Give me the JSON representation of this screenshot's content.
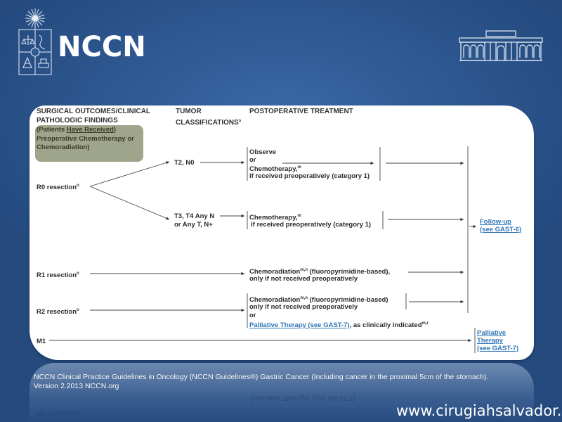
{
  "header": {
    "brand": "NCCN",
    "left_logo_icon": "university-crest-icon",
    "right_logo_icon": "building-facade-icon"
  },
  "flowchart": {
    "col_headers": {
      "findings_line1": "SURGICAL OUTCOMES/CLINICAL",
      "findings_line2": "PATHOLOGIC FINDINGS",
      "tumor_line1": "TUMOR",
      "tumor_line2": "CLASSIFICATIONS",
      "tumor_sup": "s",
      "treatment": "POSTOPERATIVE TREATMENT"
    },
    "note": {
      "line1_prefix": "(Patients ",
      "line1_underlined": "Have Received",
      "line2": "Preoperative Chemotherapy or",
      "line3": "Chemoradiation)"
    },
    "r0": {
      "label": "R0 resection",
      "sup": "o",
      "branch1": {
        "classification": "T2, N0",
        "treatment_line1": "Observe",
        "treatment_line2": "or",
        "treatment_line3": "Chemotherapy,",
        "treatment_sup": "m",
        "treatment_line4": "if received preoperatively (category 1)"
      },
      "branch2": {
        "classification_line1": "T3, T4 Any N",
        "classification_line2": "or Any T, N+",
        "treatment_line1": "Chemotherapy,",
        "treatment_sup": "m",
        "treatment_line2": "if received preoperatively (category 1)"
      }
    },
    "r1": {
      "label": "R1 resection",
      "sup": "o",
      "treatment_line1": "Chemoradiation",
      "treatment_sup": "m,n",
      "treatment_line1_rest": " (fluoropyrimidine-based),",
      "treatment_line2": "only if not received preoperatively"
    },
    "r2": {
      "label": "R2 resection",
      "sup": "o",
      "treatment_line1": "Chemoradiation",
      "treatment_sup": "m,n",
      "treatment_line1_rest": " (fluoropyrimidine-based)",
      "treatment_line2": "only if not received preoperatively",
      "treatment_line3": "or",
      "treatment_link": "Palliative Therapy (see GAST-7)",
      "treatment_line4_rest": ", as clinically indicated",
      "treatment_line4_sup": "m,r"
    },
    "m1": {
      "label": "M1"
    },
    "outcomes": {
      "followup_line1": "Follow-up",
      "followup_line2": "(see GAST-6)",
      "palliative_line1": "Palliative",
      "palliative_line2": "Therapy",
      "palliative_line3": "(see GAST-7)"
    },
    "colors": {
      "link": "#2f77b8",
      "note_highlight": "#9fa58a",
      "background": "#2f5a93"
    }
  },
  "footer": {
    "citation_line1": "NCCN Clinical Practice Guidelines in Oncology (NCCN Guidelines®) Gastric Cancer (Including cancer in the proximal 5cm of the stomach).",
    "citation_line2": "Version 2.2013 NCCN.org",
    "website": "www.cirugiahsalvador.cl"
  }
}
